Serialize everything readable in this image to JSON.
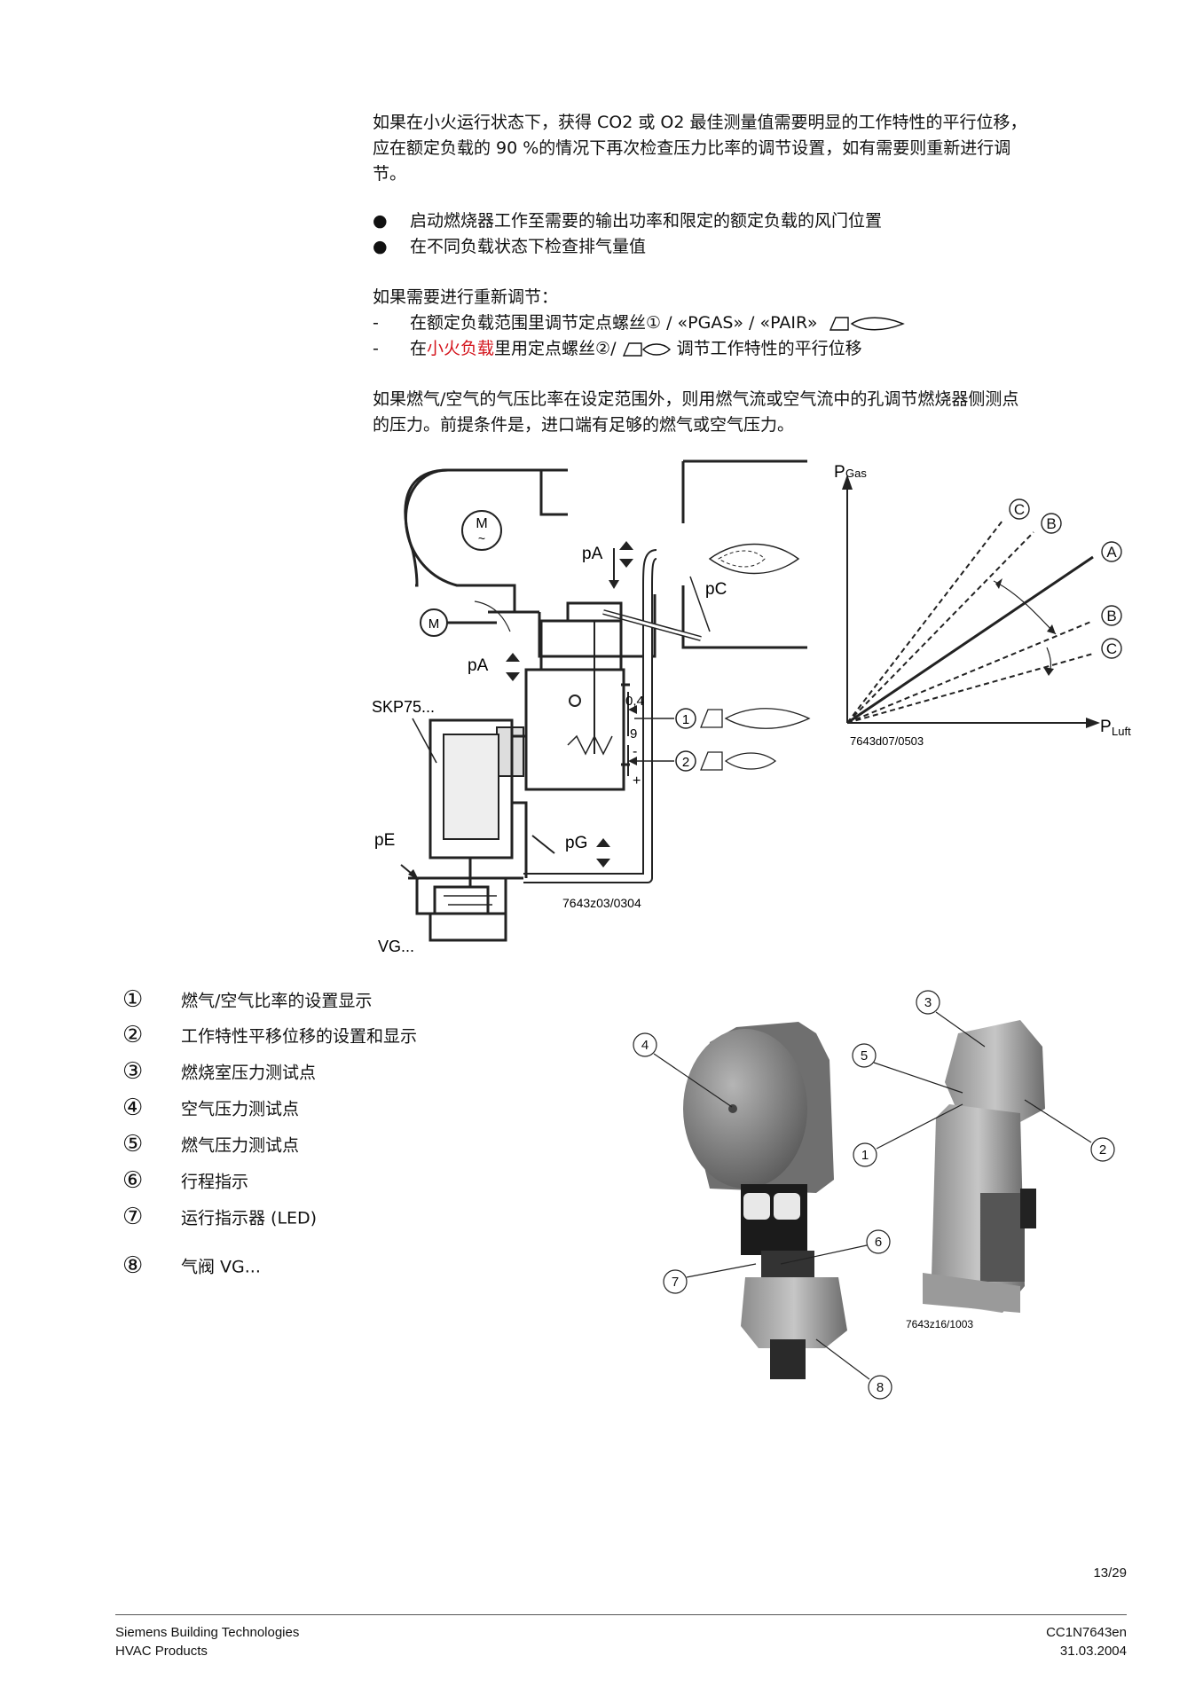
{
  "intro": {
    "lines": [
      "如果在小火运行状态下，获得 CO2 或 O2 最佳测量值需要明显的工作特性的平行位移，",
      "应在额定负载的 90 %的情况下再次检查压力比率的调节设置，如有需要则重新进行调",
      "节。"
    ]
  },
  "bullets": [
    "启动燃烧器工作至需要的输出功率和限定的额定负载的风门位置",
    "在不同负载状态下检查排气量值"
  ],
  "readjust": {
    "heading": "如果需要进行重新调节：",
    "item1_text": "在额定负载范围里调节定点螺丝① / «PGAS» / «PAIR»",
    "item2_pre": "在",
    "item2_red": "小火负载",
    "item2_mid": "里用定点螺丝②/",
    "item2_post": "调节工作特性的平行位移",
    "dash": "-"
  },
  "pressure_note": {
    "lines": [
      "如果燃气/空气的气压比率在设定范围外，则用燃气流或空气流中的孔调节燃烧器侧测点",
      "的压力。前提条件是，进口端有足够的燃气或空气压力。"
    ]
  },
  "schematic": {
    "motor_label": "M",
    "motor_sub": "~",
    "actuator_label": "M",
    "pA": "pA",
    "pC": "pC",
    "pG": "pG",
    "pE": "pE",
    "skp": "SKP75...",
    "vg": "VG...",
    "scale_top": "0,4",
    "scale_bottom": "9",
    "minus": "-",
    "plus": "+",
    "marker1": "1",
    "marker2": "2",
    "code": "7643z03/0304"
  },
  "graph": {
    "y_label_main": "P",
    "y_label_sub": "Gas",
    "x_label_main": "P",
    "x_label_sub": "Luft",
    "code": "7643d07/0503",
    "labels": {
      "A": "A",
      "B": "B",
      "C": "C"
    }
  },
  "legend": [
    {
      "num": "①",
      "text": "燃气/空气比率的设置显示"
    },
    {
      "num": "②",
      "text": "工作特性平移位移的设置和显示"
    },
    {
      "num": "③",
      "text": "燃烧室压力测试点"
    },
    {
      "num": "④",
      "text": "空气压力测试点"
    },
    {
      "num": "⑤",
      "text": "燃气压力测试点"
    },
    {
      "num": "⑥",
      "text": "行程指示"
    },
    {
      "num": "⑦",
      "text": "运行指示器 (LED)"
    },
    {
      "num": "⑧",
      "text": "气阀 VG..."
    }
  ],
  "photo": {
    "callouts": [
      "1",
      "2",
      "3",
      "4",
      "5",
      "6",
      "7",
      "8"
    ],
    "code": "7643z16/1003"
  },
  "footer": {
    "page": "13/29",
    "company": "Siemens Building Technologies",
    "division": "HVAC Products",
    "doc_id": "CC1N7643en",
    "date": "31.03.2004"
  }
}
